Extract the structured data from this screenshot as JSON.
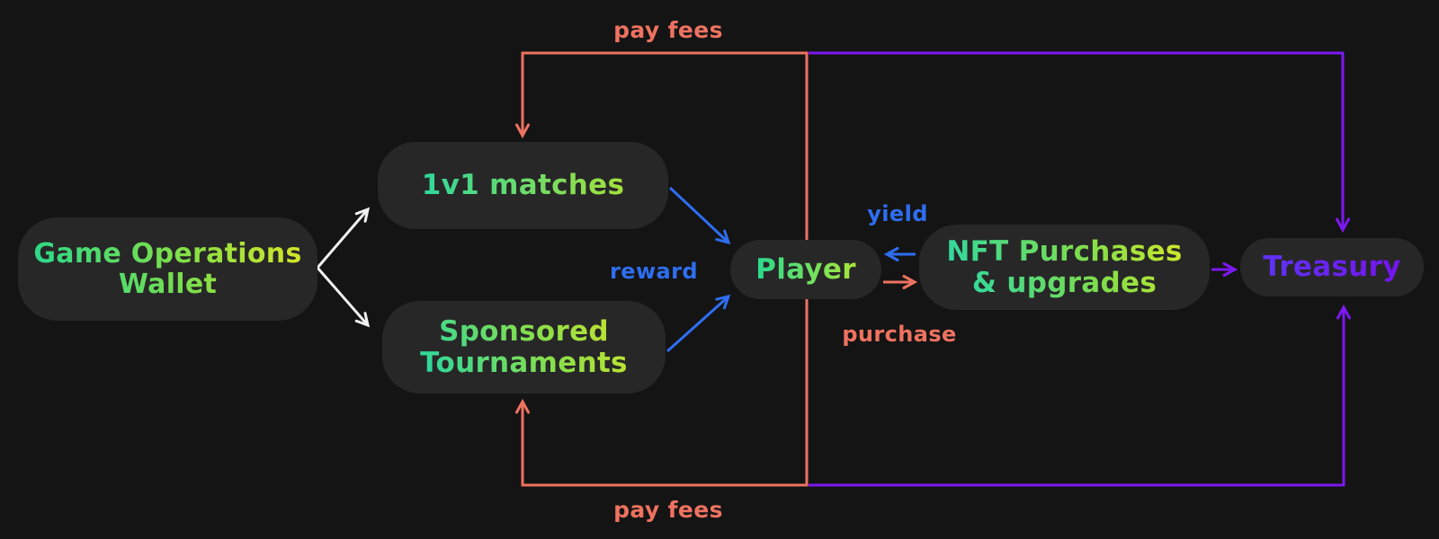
{
  "colors": {
    "background": "#141414",
    "node_fill": "#272727",
    "edge_salmon": "#ee7260",
    "edge_blue": "#2e6ef0",
    "edge_purple": "#7d18f2",
    "edge_white": "#f2f2f2",
    "node_text_green": "#2fd987",
    "node_text_yellow_green": "#d8e626",
    "treasury_text_purple": "#6d24f2"
  },
  "nodes": {
    "game_ops": {
      "line1": "Game Operations",
      "line2": "Wallet"
    },
    "matches_1v1": {
      "line1": "1v1 matches"
    },
    "sponsored": {
      "line1": "Sponsored",
      "line2": "Tournaments"
    },
    "player": {
      "line1": "Player"
    },
    "nft": {
      "line1": "NFT Purchases",
      "line2": "& upgrades"
    },
    "treasury": {
      "line1": "Treasury"
    }
  },
  "edge_labels": {
    "pay_fees_top": "pay fees",
    "pay_fees_bottom": "pay fees",
    "reward": "reward",
    "yield": "yield",
    "purchase": "purchase"
  },
  "edges": [
    {
      "from": "Game Operations Wallet",
      "to": "1v1 matches",
      "color": "white",
      "label": ""
    },
    {
      "from": "Game Operations Wallet",
      "to": "Sponsored Tournaments",
      "color": "white",
      "label": ""
    },
    {
      "from": "1v1 matches",
      "to": "Player",
      "color": "blue",
      "label": "reward"
    },
    {
      "from": "Sponsored Tournaments",
      "to": "Player",
      "color": "blue",
      "label": "reward"
    },
    {
      "from": "Player",
      "to": "1v1 matches",
      "color": "salmon",
      "label": "pay fees",
      "route": "top loop"
    },
    {
      "from": "Player",
      "to": "Sponsored Tournaments",
      "color": "salmon",
      "label": "pay fees",
      "route": "bottom loop"
    },
    {
      "from": "Player",
      "to": "NFT Purchases & upgrades",
      "color": "salmon",
      "label": "purchase"
    },
    {
      "from": "NFT Purchases & upgrades",
      "to": "Player",
      "color": "blue",
      "label": "yield"
    },
    {
      "from": "NFT Purchases & upgrades",
      "to": "Treasury",
      "color": "purple",
      "label": ""
    },
    {
      "from": "Player",
      "to": "Treasury",
      "color": "purple",
      "label": "",
      "route": "top loop"
    },
    {
      "from": "Player",
      "to": "Treasury",
      "color": "purple",
      "label": "",
      "route": "bottom loop"
    }
  ]
}
